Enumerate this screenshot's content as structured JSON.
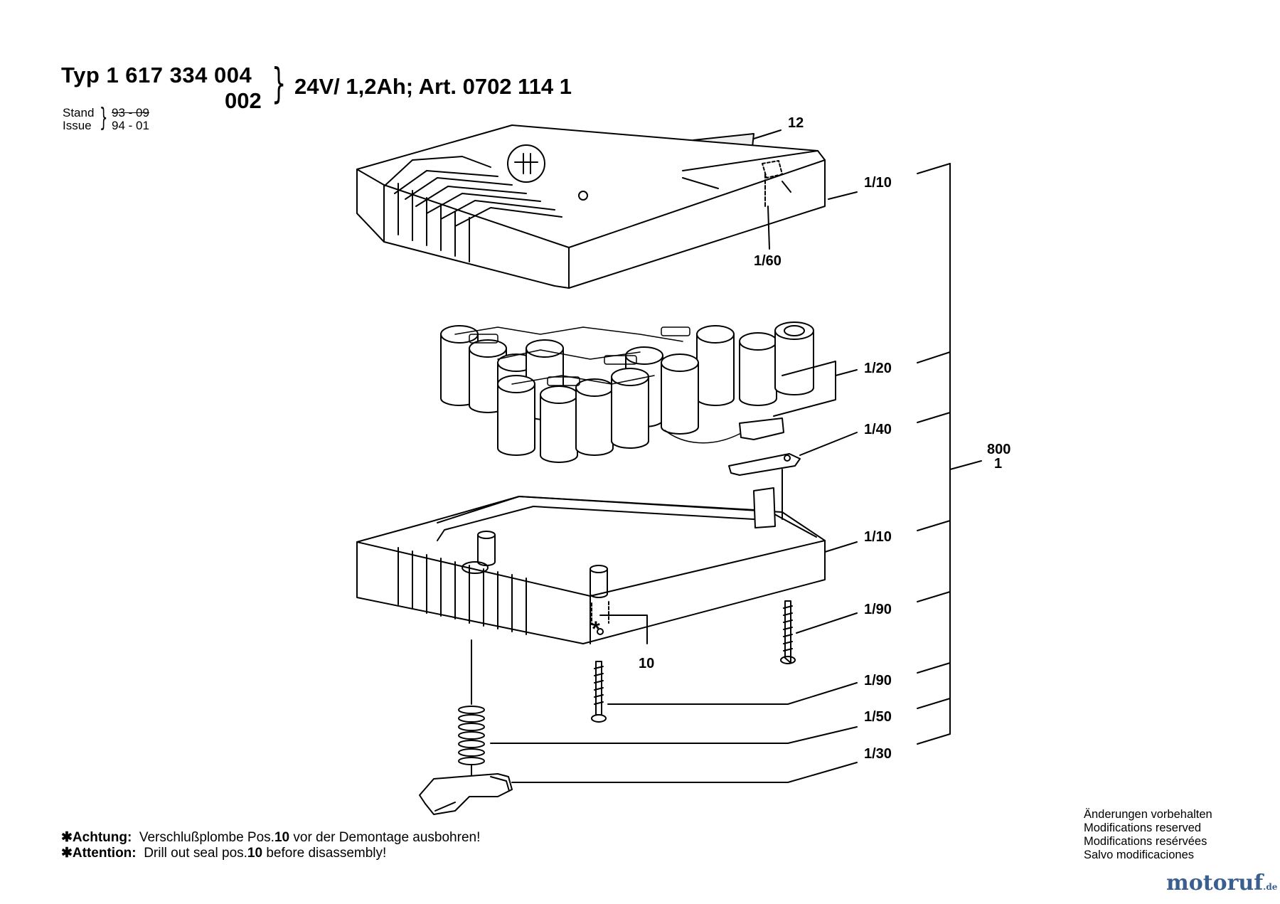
{
  "header": {
    "typ_label": "Typ",
    "part_number": "1 617 334 004",
    "variant": "002",
    "spec": "24V/ 1,2Ah; Art. 0702 114 1",
    "stand_label": "Stand",
    "issue_label": "Issue",
    "stand_value": "93 - 09",
    "issue_value": "94 - 01"
  },
  "callouts": {
    "c12": "12",
    "c1_10_top": "1/10",
    "c1_60": "1/60",
    "c1_20": "1/20",
    "c1_40": "1/40",
    "c800": "800",
    "c800_qty": "1",
    "c1_10_bottom": "1/10",
    "c1_90_a": "1/90",
    "c10": "10",
    "c1_90_b": "1/90",
    "c1_50": "1/50",
    "c1_30": "1/30",
    "star": "*"
  },
  "notes": {
    "achtung_label": "Achtung:",
    "achtung_text_pre": "Verschlußplombe Pos.",
    "achtung_pos": "10",
    "achtung_text_post": " vor der Demontage ausbohren!",
    "attention_label": "Attention:",
    "attention_text_pre": "Drill out seal pos.",
    "attention_pos": "10",
    "attention_text_post": " before disassembly!"
  },
  "modifications": [
    "Änderungen vorbehalten",
    "Modifications reserved",
    "Modifications resérvées",
    "Salvo modificaciones"
  ],
  "logo": {
    "name": "motoruf",
    "suffix": ".de"
  }
}
